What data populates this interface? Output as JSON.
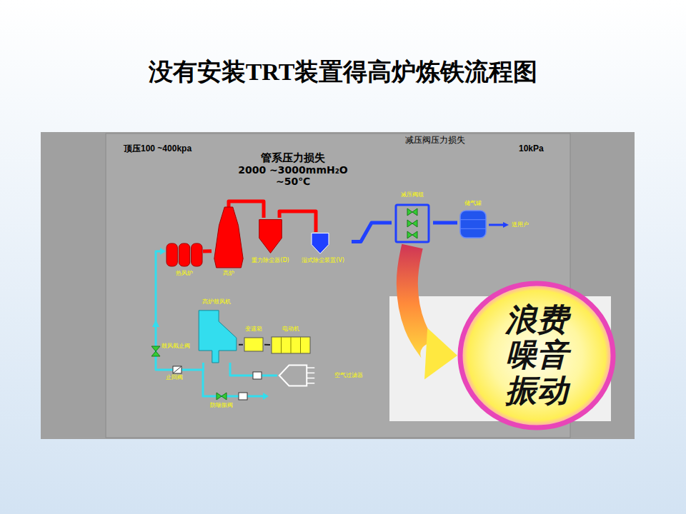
{
  "diagram": {
    "title": "没有安装TRT装置得高炉炼铁流程图",
    "nodes": [
      {
        "text": [
          "热风炉"
        ]
      },
      {
        "text": [
          "高炉"
        ]
      },
      {
        "text": [
          "重力除尘器(D)"
        ]
      },
      {
        "text": [
          "湿式除尘装置(V)"
        ]
      },
      {
        "text": [
          "减压阀组"
        ]
      },
      {
        "text": [
          "储气罐"
        ]
      },
      {
        "text": [
          "高炉鼓风机"
        ]
      },
      {
        "text": [
          "变速箱"
        ]
      },
      {
        "text": [
          "电动机"
        ]
      },
      {
        "text": [
          "空气过滤器"
        ]
      },
      {
        "text": [
          "浪费 噪音 振动"
        ]
      }
    ],
    "edges": [
      {
        "from": 0,
        "to": 1,
        "arrow": "none"
      },
      {
        "from": 1,
        "to": 2,
        "arrow": "none"
      },
      {
        "from": 2,
        "to": 3,
        "arrow": "none"
      },
      {
        "from": 3,
        "to": 4,
        "arrow": "none"
      },
      {
        "from": 4,
        "to": 5,
        "arrow": "none"
      },
      {
        "from": 6,
        "to": 7,
        "arrow": "none"
      },
      {
        "from": 7,
        "to": 8,
        "arrow": "none"
      },
      {
        "from": 9,
        "to": 6,
        "arrow": "none"
      },
      {
        "from": 6,
        "to": 0,
        "arrow": "to"
      },
      {
        "from": 4,
        "to": 10,
        "arrow": "to"
      }
    ],
    "labels": [
      "顶压100 ~400kpa",
      "管系压力损失",
      "2000 ~3000mmH₂O",
      "~50℃",
      "减压阀压力损失",
      "10kPa",
      "送用户",
      "鼓风截止阀",
      "止回阀",
      "防喘振阀"
    ]
  }
}
